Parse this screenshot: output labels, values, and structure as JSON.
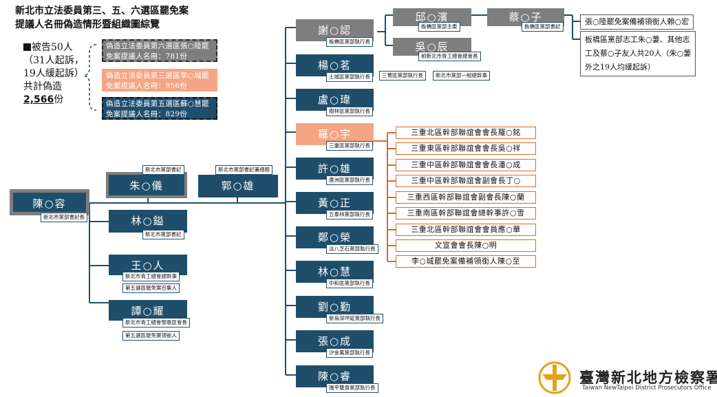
{
  "title": {
    "line1": "新北市立法委員第三、五、六選區罷免案",
    "line2": "提議人名冊偽造情形暨組織圖綜覽"
  },
  "summary": {
    "line1": "被告50人",
    "line2": "（31人起訴，",
    "line3": "19人緩起訴）",
    "line4": "共計偽造",
    "count": "2,566",
    "unit": "份"
  },
  "forged": [
    {
      "text": "偽造立法委員第六選區張○陸罷免案提議人名冊：781份"
    },
    {
      "text": "偽造立法委員第三選區李○城罷免案提議人名冊：956份"
    },
    {
      "text": "偽造立法委員第五選區蘇○慧罷免案提議人名冊：829份"
    }
  ],
  "left_people": {
    "chen": {
      "name": "陳○容",
      "title": "新北市黨部書記長"
    },
    "zhu": {
      "name": "朱○儀",
      "title": "新北市黨部書記"
    },
    "guo": {
      "name": "郭○雄",
      "title": "新北市黨部書記兼總務"
    },
    "lin_yi": {
      "name": "林○鎰",
      "title": "新北市黨部書記"
    },
    "wang": {
      "name": "王○人",
      "title1": "新北市青工總會總幹事",
      "title2": "第五選區罷免案召集人"
    },
    "tan": {
      "name": "譚○耀",
      "title1": "新北市青工總會營歌區會長",
      "title2": "第五選區罷免案領銜人"
    }
  },
  "column": [
    {
      "name": "謝○認",
      "title": "板橋區黨部執行長"
    },
    {
      "name": "楊○茗",
      "title": "土城區黨部執行長"
    },
    {
      "name": "盧○瑋",
      "title": "樹林區黨部執行長"
    },
    {
      "name": "羅○宇",
      "title": "三重區黨部執行長"
    },
    {
      "name": "許○雄",
      "title": "蘆洲區黨部執行長"
    },
    {
      "name": "黃○正",
      "title": "五泰林黨部執行長"
    },
    {
      "name": "鄭○榮",
      "title": "淡八芝石黨部執行長"
    },
    {
      "name": "林○慧",
      "title": "中和區黨部執行長"
    },
    {
      "name": "劉○勤",
      "title": "新烏深坪碇黨部執行長"
    },
    {
      "name": "張○成",
      "title": "汐金萬黨部執行長"
    },
    {
      "name": "陳○睿",
      "title": "瑞平雙貢黨部執行長"
    }
  ],
  "yang_extra": [
    "三鶯區黨部執行長",
    "新北市黨部一組總幹事"
  ],
  "top_right": {
    "qiu": {
      "name": "邱○濱",
      "title": "板橋區黨部主委"
    },
    "wu": {
      "name": "吳○辰",
      "title": "前新北市青工總會總會長"
    },
    "cai": {
      "name": "蔡○子",
      "title": "板橋區黨部書記"
    },
    "note1": "張○陸罷免案備補領銜人賴○宏",
    "note2_l1": "板橋區黨部志工朱○萋、其他志",
    "note2_l2": "工及蔡○子友人共20人（朱○萋",
    "note2_l3": "外之19人均緩起訴）"
  },
  "sanchong": [
    "三重北區幹部聯誼會會長羅○銘",
    "三重東區幹部聯誼會會長吳○祥",
    "三重中區幹部聯誼會會長潘○成",
    "三重中區幹部聯誼會副會長丁○",
    "三重西區幹部聯誼會副會長陳○蘭",
    "三重南區幹部聯誼會總幹事許○雪",
    "三重北區幹部聯誼會會員應○華",
    "文宣會會長陳○明",
    "李○城罷免案備補領銜人陳○至"
  ],
  "logo": {
    "cn": "臺灣新北地方檢察署",
    "en": "Taiwan NewTaipei District Prosecutors Office"
  },
  "colors": {
    "navy": "#1f4e6b",
    "gray": "#7e7e7e",
    "salmon": "#f4a584",
    "orange": "#d86a2c"
  }
}
